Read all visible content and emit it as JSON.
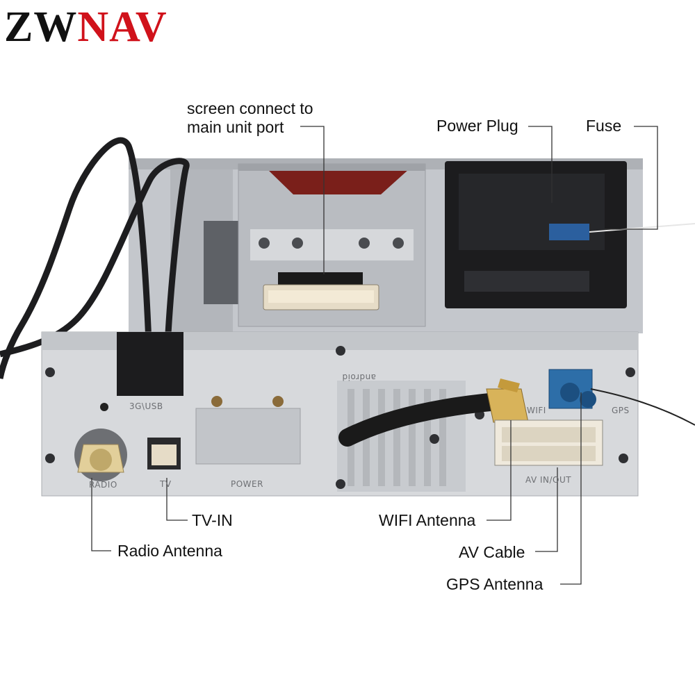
{
  "brand": {
    "logo_left": "ZW",
    "logo_right": "NAV",
    "accent_color": "#d0121b"
  },
  "callouts": {
    "screen_port": "screen connect to\nmain unit port",
    "power_plug": "Power Plug",
    "fuse": "Fuse",
    "tv_in": "TV-IN",
    "radio_antenna": "Radio Antenna",
    "wifi_antenna": "WIFI Antenna",
    "av_cable": "AV Cable",
    "gps_antenna": "GPS Antenna"
  },
  "panel_markings": {
    "usb": "3G\\USB",
    "radio": "RADIO",
    "tv": "TV",
    "power": "POWER",
    "av": "AV IN/OUT",
    "gps": "GPS",
    "wifi": "WIFI",
    "android": "android"
  },
  "colors": {
    "chassis": "#c9ccd1",
    "panel": "#d7d9dc",
    "connector_black": "#1c1c1e",
    "antenna_gold": "#c9a84a",
    "gps_blue": "#2d6ea8"
  }
}
